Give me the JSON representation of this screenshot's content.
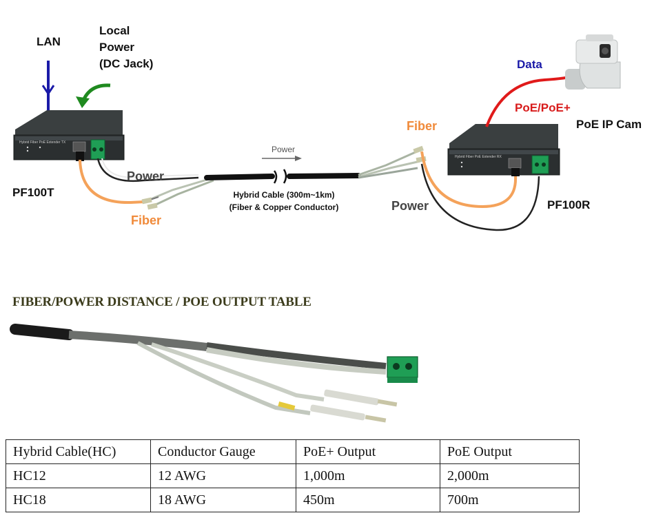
{
  "diagram": {
    "lan_label": "LAN",
    "local_power_lines": [
      "Local",
      "Power",
      "(DC Jack)"
    ],
    "power_left_label": "Power",
    "fiber_left_label": "Fiber",
    "pf100t_label": "PF100T",
    "power_arrow_label": "Power",
    "hybrid_cable_lines": [
      "Hybrid Cable (300m~1km)",
      "(Fiber & Copper Conductor)"
    ],
    "fiber_right_label": "Fiber",
    "power_right_label": "Power",
    "data_label": "Data",
    "poe_label": "PoE/PoE+",
    "camera_label": "PoE IP Cam",
    "pf100r_label": "PF100R",
    "tx_device_text": "Hybrid Fiber PoE Extender TX",
    "rx_device_text": "Hybrid Fiber PoE Extender RX",
    "colors": {
      "lan_arrow": "#1a1aa8",
      "local_power_arrow": "#1f8a1f",
      "data_text": "#1a1aa8",
      "poe_text": "#d81b1b",
      "poe_cable": "#e01a1a",
      "fiber": "#f4a25a",
      "fiber_text": "#f08a3a",
      "power_cable": "#222222",
      "device_body": "#2e3233"
    }
  },
  "section": {
    "title": "FIBER/POWER DISTANCE / POE OUTPUT TABLE"
  },
  "table": {
    "headers": [
      "Hybrid Cable(HC)",
      "Conductor Gauge",
      "PoE+ Output",
      "PoE Output"
    ],
    "rows": [
      [
        "HC12",
        "12 AWG",
        "1,000m",
        "2,000m"
      ],
      [
        "HC18",
        "18 AWG",
        "450m",
        "700m"
      ]
    ]
  }
}
